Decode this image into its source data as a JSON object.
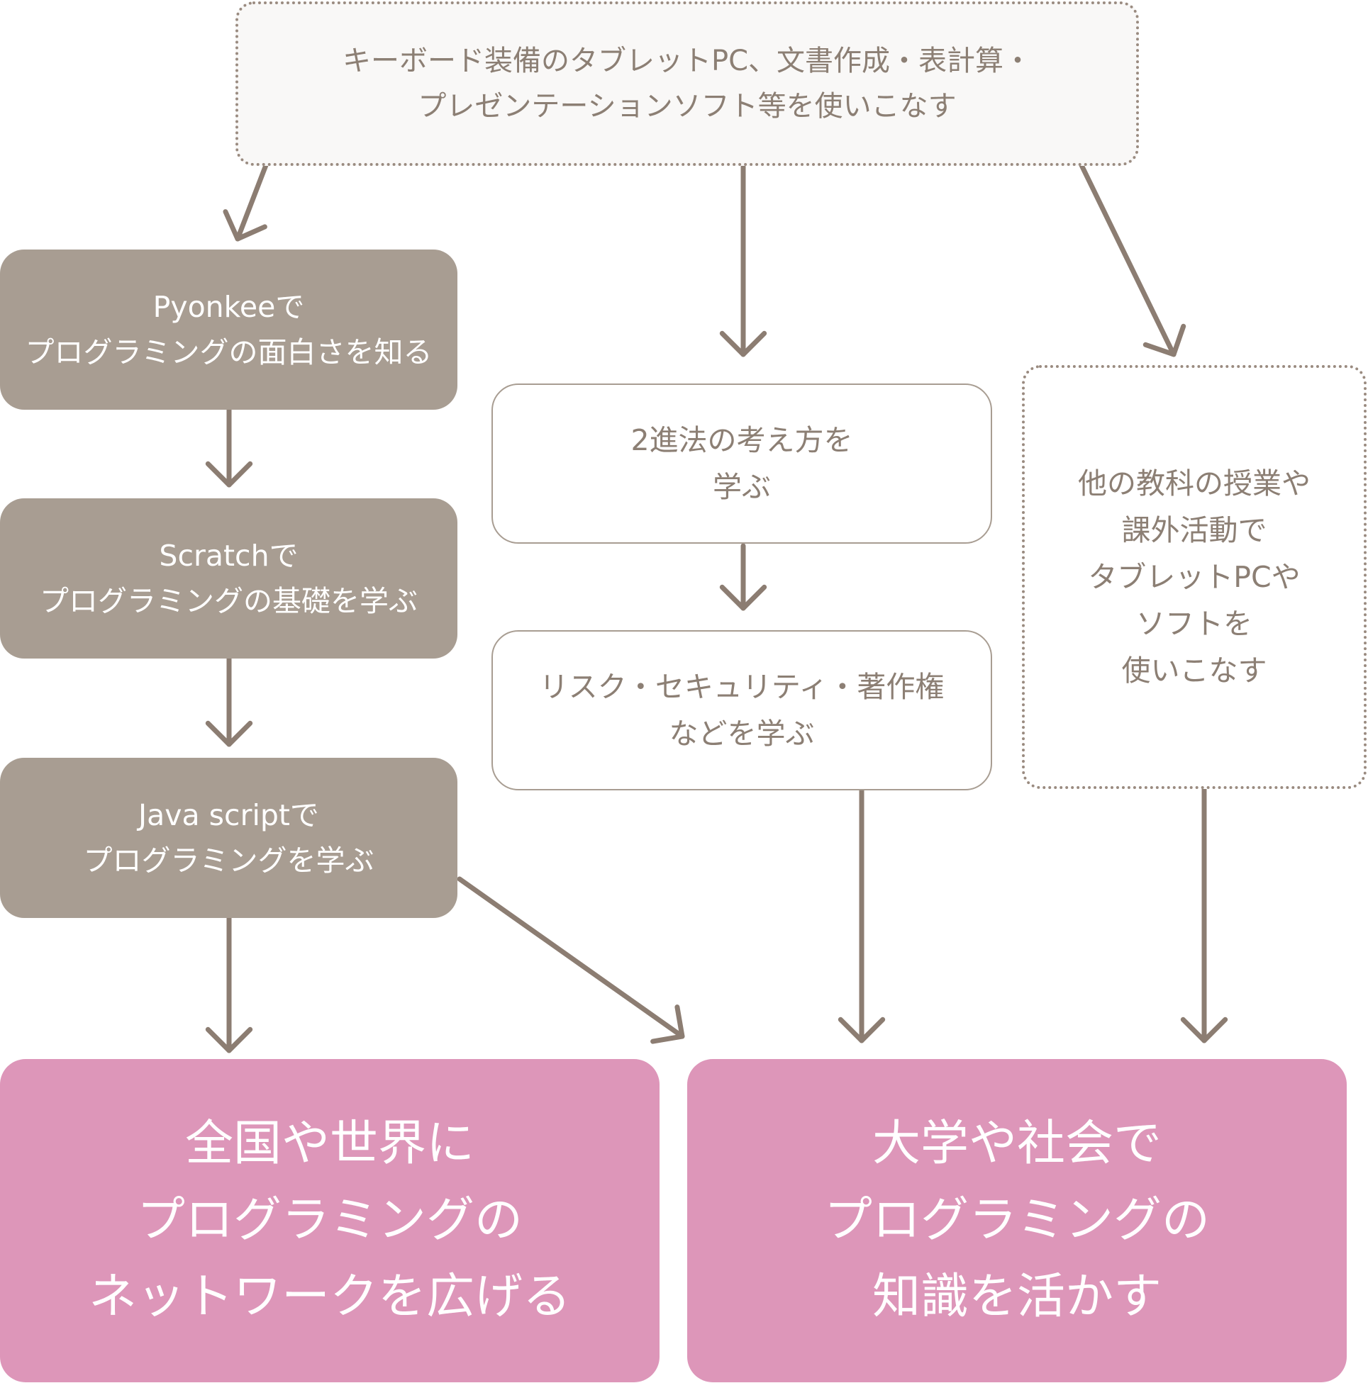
{
  "nodes": {
    "top": {
      "line1": "キーボード装備のタブレットPC、文書作成・表計算・",
      "line2": "プレゼンテーションソフト等を使いこなす"
    },
    "pyonkee": {
      "line1": "Pyonkeeで",
      "line2": "プログラミングの面白さを知る"
    },
    "scratch": {
      "line1": "Scratchで",
      "line2": "プログラミングの基礎を学ぶ"
    },
    "javascript": {
      "line1": "Java scriptで",
      "line2": "プログラミングを学ぶ"
    },
    "binary": {
      "line1": "2進法の考え方を",
      "line2": "学ぶ"
    },
    "risk": {
      "line1": "リスク・セキュリティ・著作権",
      "line2": "などを学ぶ"
    },
    "other_subjects": {
      "line1": "他の教科の授業や",
      "line2": "課外活動で",
      "line3": "タブレットPCや",
      "line4": "ソフトを",
      "line5": "使いこなす"
    },
    "network": {
      "line1": "全国や世界に",
      "line2": "プログラミングの",
      "line3": "ネットワークを広げる"
    },
    "university": {
      "line1": "大学や社会で",
      "line2": "プログラミングの",
      "line3": "知識を活かす"
    }
  },
  "colors": {
    "arrow": "#8c7d72",
    "gray_box": "#a89d92",
    "pink_box": "#dd96b9",
    "dotted_border": "#9a8b80",
    "text_muted": "#8c7f74"
  }
}
